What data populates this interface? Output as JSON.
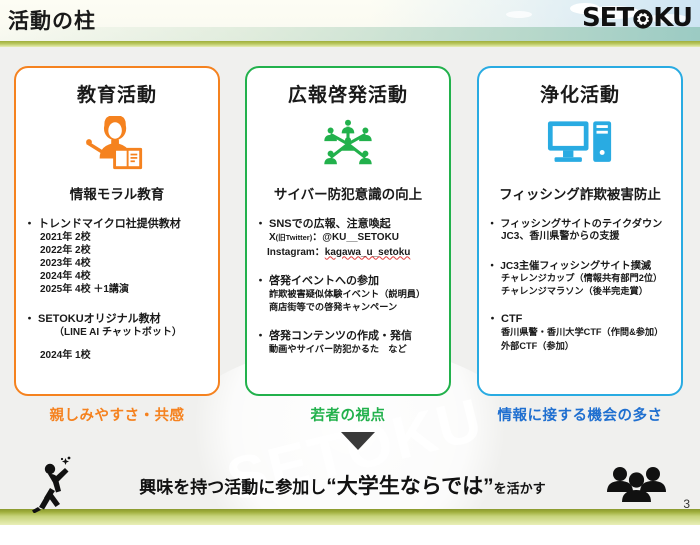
{
  "header": {
    "title": "活動の柱",
    "logo": "SETOKU",
    "logo_gear_icon": "gear-icon"
  },
  "cards": [
    {
      "key": "education",
      "title": "教育活動",
      "icon": "teacher-icon",
      "accent": "#f5821f",
      "subtitle": "情報モラル教育",
      "caption": "親しみやすさ・共感",
      "blocks": [
        {
          "bullet": "トレンドマイクロ社提供教材",
          "lines": [
            "2021年 2校",
            "2022年 2校",
            "2023年 4校",
            "2024年 4校",
            "2025年 4校 ＋1講演"
          ]
        },
        {
          "bullet": "SETOKUオリジナル教材",
          "lines_indent": [
            "（LINE AI チャットボット）"
          ],
          "lines": [
            "2024年 1校"
          ]
        }
      ]
    },
    {
      "key": "publicity",
      "title": "広報啓発活動",
      "icon": "network-people-icon",
      "accent": "#22b14c",
      "subtitle": "サイバー防犯意識の向上",
      "caption": "若者の視点",
      "blocks": [
        {
          "bullet": "SNSでの広報、注意喚起",
          "handles": [
            {
              "label": "X",
              "label_small": "(旧Twitter)",
              "sep": "：",
              "value": "@KU__SETOKU",
              "misspelled": false
            },
            {
              "label": "Instagram",
              "label_small": "",
              "sep": "：",
              "value": "kagawa_u_setoku",
              "misspelled": true
            }
          ]
        },
        {
          "bullet": "啓発イベントへの参加",
          "lines": [
            "詐欺被害疑似体験イベント（説明員）",
            "商店街等での啓発キャンペーン"
          ]
        },
        {
          "bullet": "啓発コンテンツの作成・発信",
          "lines": [
            "動画やサイバー防犯かるた　など"
          ]
        }
      ]
    },
    {
      "key": "purification",
      "title": "浄化活動",
      "icon": "desktop-computer-icon",
      "accent": "#29abe2",
      "subtitle": "フィッシング詐欺被害防止",
      "caption": "情報に接する機会の多さ",
      "blocks": [
        {
          "bullet": "フィッシングサイトのテイクダウン",
          "lines": [
            "JC3、香川県警からの支援"
          ]
        },
        {
          "bullet": "JC3主催フィッシングサイト撲滅",
          "lines": [
            "チャレンジカップ（情報共有部門2位）",
            "チャレンジマラソン（後半完走賞）"
          ]
        },
        {
          "bullet": "CTF",
          "lines": [
            "香川県警・香川大学CTF（作問&参加）",
            "外部CTF（参加）"
          ]
        }
      ]
    }
  ],
  "arrow": {
    "icon": "triangle-down-icon"
  },
  "banner": {
    "runner_icon": "running-person-icon",
    "people_icon": "group-of-people-icon",
    "text_prefix": "興味を持つ活動に参加し",
    "quote_open": "“",
    "text_emphasis": "大学生ならでは",
    "quote_close": "”",
    "text_suffix": "を活かす"
  },
  "page_number": "3",
  "watermark": "SETOKU"
}
